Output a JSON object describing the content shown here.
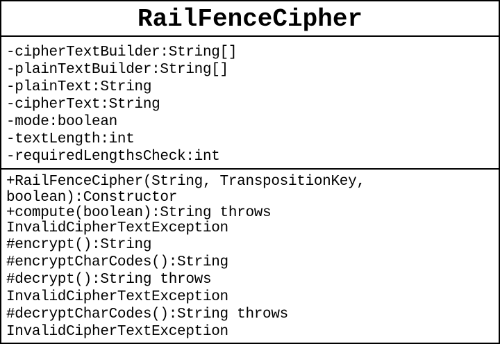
{
  "class_name": "RailFenceCipher",
  "attributes": [
    "-cipherTextBuilder:String[]",
    "-plainTextBuilder:String[]",
    "-plainText:String",
    "-cipherText:String",
    "-mode:boolean",
    "-textLength:int",
    "-requiredLengthsCheck:int"
  ],
  "operations": [
    [
      "+RailFenceCipher(String, TranspositionKey,",
      "boolean):Constructor"
    ],
    [
      "+compute(boolean):String throws",
      "InvalidCipherTextException"
    ],
    [
      "#encrypt():String"
    ],
    [
      "#encryptCharCodes():String"
    ],
    [
      "#decrypt():String throws",
      "InvalidCipherTextException"
    ],
    [
      "#decryptCharCodes():String throws",
      "InvalidCipherTextException"
    ]
  ]
}
